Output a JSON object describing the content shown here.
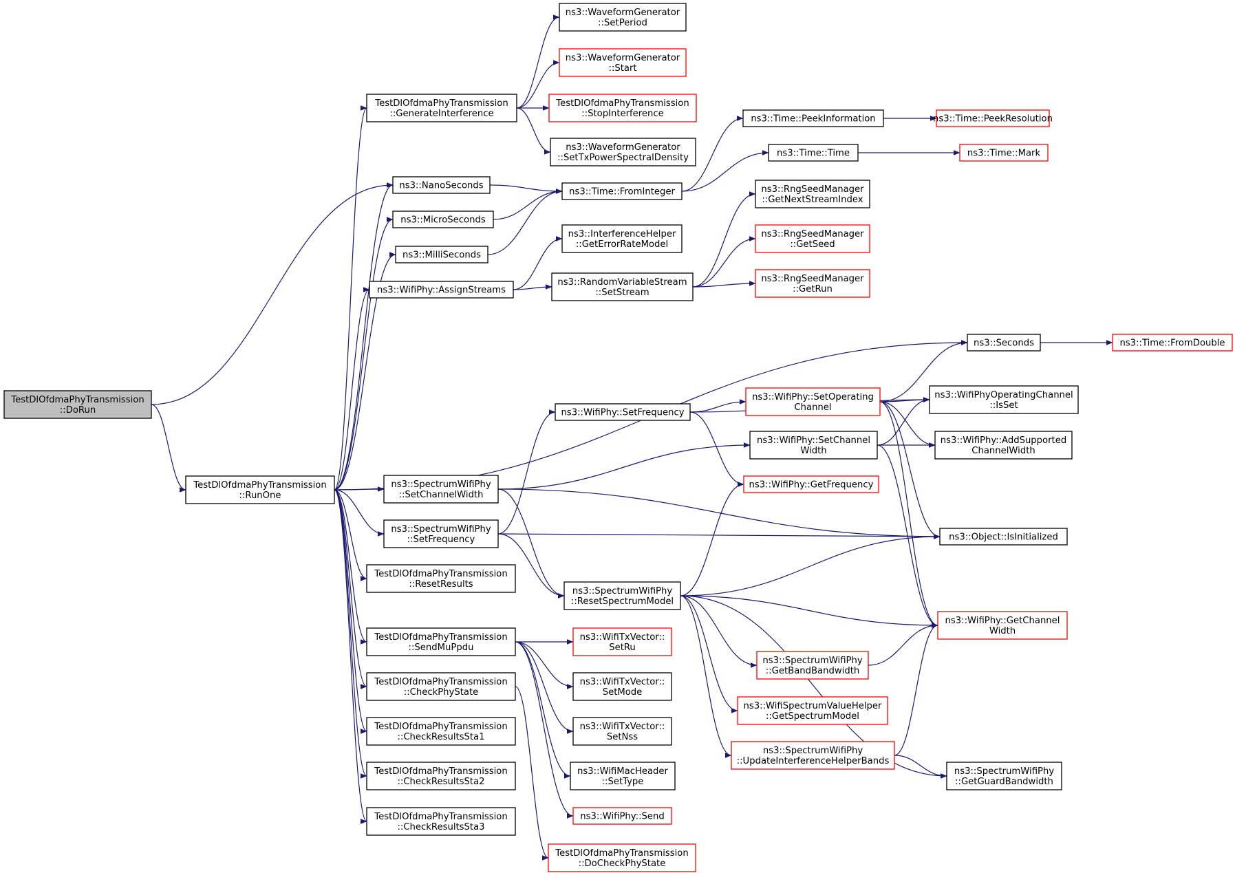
{
  "colors": {
    "edge": "#191970",
    "normal_border": "#000000",
    "truncated_border": "#ff0000",
    "root_fill": "#bfbfbf",
    "node_fill": "#ffffff"
  },
  "nodes": [
    {
      "id": "doRun",
      "lines": [
        "TestDlOfdmaPhyTransmission",
        "::DoRun"
      ],
      "kind": "root"
    },
    {
      "id": "runOne",
      "lines": [
        "TestDlOfdmaPhyTransmission",
        "::RunOne"
      ],
      "kind": "normal"
    },
    {
      "id": "genInterf",
      "lines": [
        "TestDlOfdmaPhyTransmission",
        "::GenerateInterference"
      ],
      "kind": "normal"
    },
    {
      "id": "wgSetPeriod",
      "lines": [
        "ns3::WaveformGenerator",
        "::SetPeriod"
      ],
      "kind": "normal"
    },
    {
      "id": "wgStart",
      "lines": [
        "ns3::WaveformGenerator",
        "::Start"
      ],
      "kind": "truncated"
    },
    {
      "id": "stopInterf",
      "lines": [
        "TestDlOfdmaPhyTransmission",
        "::StopInterference"
      ],
      "kind": "truncated"
    },
    {
      "id": "wgSetTxPsd",
      "lines": [
        "ns3::WaveformGenerator",
        "::SetTxPowerSpectralDensity"
      ],
      "kind": "normal"
    },
    {
      "id": "nanoSeconds",
      "lines": [
        "ns3::NanoSeconds"
      ],
      "kind": "normal"
    },
    {
      "id": "microSeconds",
      "lines": [
        "ns3::MicroSeconds"
      ],
      "kind": "normal"
    },
    {
      "id": "milliSeconds",
      "lines": [
        "ns3::MilliSeconds"
      ],
      "kind": "normal"
    },
    {
      "id": "assignStreams",
      "lines": [
        "ns3::WifiPhy::AssignStreams"
      ],
      "kind": "normal"
    },
    {
      "id": "fromInteger",
      "lines": [
        "ns3::Time::FromInteger"
      ],
      "kind": "normal"
    },
    {
      "id": "peekInfo",
      "lines": [
        "ns3::Time::PeekInformation"
      ],
      "kind": "normal"
    },
    {
      "id": "peekRes",
      "lines": [
        "ns3::Time::PeekResolution"
      ],
      "kind": "truncated"
    },
    {
      "id": "timeTime",
      "lines": [
        "ns3::Time::Time"
      ],
      "kind": "normal"
    },
    {
      "id": "timeMark",
      "lines": [
        "ns3::Time::Mark"
      ],
      "kind": "truncated"
    },
    {
      "id": "getErrRate",
      "lines": [
        "ns3::InterferenceHelper",
        "::GetErrorRateModel"
      ],
      "kind": "normal"
    },
    {
      "id": "rvsSetStream",
      "lines": [
        "ns3::RandomVariableStream",
        "::SetStream"
      ],
      "kind": "normal"
    },
    {
      "id": "rngNextStream",
      "lines": [
        "ns3::RngSeedManager",
        "::GetNextStreamIndex"
      ],
      "kind": "normal"
    },
    {
      "id": "rngSeed",
      "lines": [
        "ns3::RngSeedManager",
        "::GetSeed"
      ],
      "kind": "truncated"
    },
    {
      "id": "rngRun",
      "lines": [
        "ns3::RngSeedManager",
        "::GetRun"
      ],
      "kind": "truncated"
    },
    {
      "id": "seconds",
      "lines": [
        "ns3::Seconds"
      ],
      "kind": "normal"
    },
    {
      "id": "fromDouble",
      "lines": [
        "ns3::Time::FromDouble"
      ],
      "kind": "truncated"
    },
    {
      "id": "setOpChannel",
      "lines": [
        "ns3::WifiPhy::SetOperating",
        "Channel"
      ],
      "kind": "truncated"
    },
    {
      "id": "opChanIsSet",
      "lines": [
        "ns3::WifiPhyOperatingChannel",
        "::IsSet"
      ],
      "kind": "normal"
    },
    {
      "id": "wpSetFreq",
      "lines": [
        "ns3::WifiPhy::SetFrequency"
      ],
      "kind": "normal"
    },
    {
      "id": "wpSetChanWidth",
      "lines": [
        "ns3::WifiPhy::SetChannel",
        "Width"
      ],
      "kind": "normal"
    },
    {
      "id": "addSupported",
      "lines": [
        "ns3::WifiPhy::AddSupported",
        "ChannelWidth"
      ],
      "kind": "normal"
    },
    {
      "id": "getFreq",
      "lines": [
        "ns3::WifiPhy::GetFrequency"
      ],
      "kind": "truncated"
    },
    {
      "id": "objIsInit",
      "lines": [
        "ns3::Object::IsInitialized"
      ],
      "kind": "normal"
    },
    {
      "id": "swpSetChanWidth",
      "lines": [
        "ns3::SpectrumWifiPhy",
        "::SetChannelWidth"
      ],
      "kind": "normal"
    },
    {
      "id": "swpSetFreq",
      "lines": [
        "ns3::SpectrumWifiPhy",
        "::SetFrequency"
      ],
      "kind": "normal"
    },
    {
      "id": "resetResults",
      "lines": [
        "TestDlOfdmaPhyTransmission",
        "::ResetResults"
      ],
      "kind": "normal"
    },
    {
      "id": "resetSpecModel",
      "lines": [
        "ns3::SpectrumWifiPhy",
        "::ResetSpectrumModel"
      ],
      "kind": "normal"
    },
    {
      "id": "getChanWidth",
      "lines": [
        "ns3::WifiPhy::GetChannel",
        "Width"
      ],
      "kind": "truncated"
    },
    {
      "id": "getBandBw",
      "lines": [
        "ns3::SpectrumWifiPhy",
        "::GetBandBandwidth"
      ],
      "kind": "truncated"
    },
    {
      "id": "getSpecModel",
      "lines": [
        "ns3::WifiSpectrumValueHelper",
        "::GetSpectrumModel"
      ],
      "kind": "truncated"
    },
    {
      "id": "updIntBands",
      "lines": [
        "ns3::SpectrumWifiPhy",
        "::UpdateInterferenceHelperBands"
      ],
      "kind": "truncated"
    },
    {
      "id": "getGuardBw",
      "lines": [
        "ns3::SpectrumWifiPhy",
        "::GetGuardBandwidth"
      ],
      "kind": "normal"
    },
    {
      "id": "sendMuPpdu",
      "lines": [
        "TestDlOfdmaPhyTransmission",
        "::SendMuPpdu"
      ],
      "kind": "normal"
    },
    {
      "id": "setRu",
      "lines": [
        "ns3::WifiTxVector::",
        "SetRu"
      ],
      "kind": "truncated"
    },
    {
      "id": "setMode",
      "lines": [
        "ns3::WifiTxVector::",
        "SetMode"
      ],
      "kind": "normal"
    },
    {
      "id": "setNss",
      "lines": [
        "ns3::WifiTxVector::",
        "SetNss"
      ],
      "kind": "normal"
    },
    {
      "id": "setType",
      "lines": [
        "ns3::WifiMacHeader",
        "::SetType"
      ],
      "kind": "normal"
    },
    {
      "id": "wpSend",
      "lines": [
        "ns3::WifiPhy::Send"
      ],
      "kind": "truncated"
    },
    {
      "id": "checkPhyState",
      "lines": [
        "TestDlOfdmaPhyTransmission",
        "::CheckPhyState"
      ],
      "kind": "normal"
    },
    {
      "id": "doCheckPhyState",
      "lines": [
        "TestDlOfdmaPhyTransmission",
        "::DoCheckPhyState"
      ],
      "kind": "truncated"
    },
    {
      "id": "checkSta1",
      "lines": [
        "TestDlOfdmaPhyTransmission",
        "::CheckResultsSta1"
      ],
      "kind": "normal"
    },
    {
      "id": "checkSta2",
      "lines": [
        "TestDlOfdmaPhyTransmission",
        "::CheckResultsSta2"
      ],
      "kind": "normal"
    },
    {
      "id": "checkSta3",
      "lines": [
        "TestDlOfdmaPhyTransmission",
        "::CheckResultsSta3"
      ],
      "kind": "normal"
    }
  ],
  "edges": [
    [
      "doRun",
      "nanoSeconds"
    ],
    [
      "doRun",
      "runOne"
    ],
    [
      "runOne",
      "genInterf"
    ],
    [
      "runOne",
      "nanoSeconds"
    ],
    [
      "runOne",
      "microSeconds"
    ],
    [
      "runOne",
      "milliSeconds"
    ],
    [
      "runOne",
      "assignStreams"
    ],
    [
      "runOne",
      "seconds"
    ],
    [
      "runOne",
      "swpSetChanWidth"
    ],
    [
      "runOne",
      "swpSetFreq"
    ],
    [
      "runOne",
      "resetResults"
    ],
    [
      "runOne",
      "sendMuPpdu"
    ],
    [
      "runOne",
      "checkPhyState"
    ],
    [
      "runOne",
      "checkSta1"
    ],
    [
      "runOne",
      "checkSta2"
    ],
    [
      "runOne",
      "checkSta3"
    ],
    [
      "genInterf",
      "wgSetPeriod"
    ],
    [
      "genInterf",
      "wgStart"
    ],
    [
      "genInterf",
      "stopInterf"
    ],
    [
      "genInterf",
      "wgSetTxPsd"
    ],
    [
      "nanoSeconds",
      "fromInteger"
    ],
    [
      "microSeconds",
      "fromInteger"
    ],
    [
      "milliSeconds",
      "fromInteger"
    ],
    [
      "fromInteger",
      "peekInfo"
    ],
    [
      "fromInteger",
      "timeTime"
    ],
    [
      "peekInfo",
      "peekRes"
    ],
    [
      "timeTime",
      "timeMark"
    ],
    [
      "assignStreams",
      "getErrRate"
    ],
    [
      "assignStreams",
      "rvsSetStream"
    ],
    [
      "rvsSetStream",
      "rngNextStream"
    ],
    [
      "rvsSetStream",
      "rngSeed"
    ],
    [
      "rvsSetStream",
      "rngRun"
    ],
    [
      "seconds",
      "fromDouble"
    ],
    [
      "wpSetFreq",
      "setOpChannel"
    ],
    [
      "wpSetFreq",
      "opChanIsSet"
    ],
    [
      "wpSetFreq",
      "getFreq"
    ],
    [
      "setOpChannel",
      "seconds"
    ],
    [
      "setOpChannel",
      "opChanIsSet"
    ],
    [
      "setOpChannel",
      "addSupported"
    ],
    [
      "setOpChannel",
      "objIsInit"
    ],
    [
      "setOpChannel",
      "getChanWidth"
    ],
    [
      "wpSetChanWidth",
      "opChanIsSet"
    ],
    [
      "wpSetChanWidth",
      "addSupported"
    ],
    [
      "wpSetChanWidth",
      "getChanWidth"
    ],
    [
      "swpSetChanWidth",
      "wpSetChanWidth"
    ],
    [
      "swpSetChanWidth",
      "objIsInit"
    ],
    [
      "swpSetChanWidth",
      "resetSpecModel"
    ],
    [
      "swpSetFreq",
      "wpSetFreq"
    ],
    [
      "swpSetFreq",
      "objIsInit"
    ],
    [
      "swpSetFreq",
      "resetSpecModel"
    ],
    [
      "resetSpecModel",
      "getFreq"
    ],
    [
      "resetSpecModel",
      "objIsInit"
    ],
    [
      "resetSpecModel",
      "getChanWidth"
    ],
    [
      "resetSpecModel",
      "getBandBw"
    ],
    [
      "resetSpecModel",
      "getSpecModel"
    ],
    [
      "resetSpecModel",
      "updIntBands"
    ],
    [
      "resetSpecModel",
      "getGuardBw"
    ],
    [
      "getBandBw",
      "getChanWidth"
    ],
    [
      "updIntBands",
      "getChanWidth"
    ],
    [
      "updIntBands",
      "getGuardBw"
    ],
    [
      "sendMuPpdu",
      "setRu"
    ],
    [
      "sendMuPpdu",
      "setMode"
    ],
    [
      "sendMuPpdu",
      "setNss"
    ],
    [
      "sendMuPpdu",
      "setType"
    ],
    [
      "sendMuPpdu",
      "wpSend"
    ],
    [
      "checkPhyState",
      "doCheckPhyState"
    ]
  ]
}
